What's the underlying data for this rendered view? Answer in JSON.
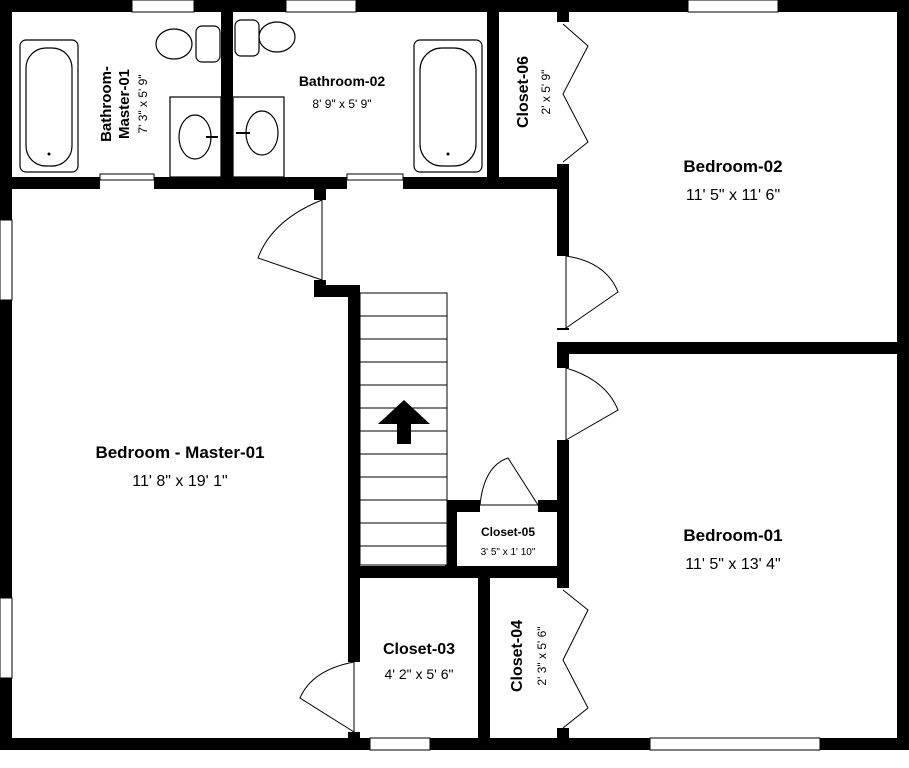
{
  "colors": {
    "wall": "#000000",
    "floor": "#ffffff"
  },
  "rooms": {
    "bathroom_master_01": {
      "name_line1": "Bathroom-",
      "name_line2": "Master-01",
      "dims": "7' 3\" x 5' 9\""
    },
    "bathroom_02": {
      "name": "Bathroom-02",
      "dims": "8' 9\" x 5' 9\""
    },
    "closet_06": {
      "name": "Closet-06",
      "dims": "2' x 5' 9\""
    },
    "bedroom_02": {
      "name": "Bedroom-02",
      "dims": "11' 5\" x 11' 6\""
    },
    "bedroom_master_01": {
      "name": "Bedroom - Master-01",
      "dims": "11' 8\" x 19' 1\""
    },
    "closet_05": {
      "name": "Closet-05",
      "dims": "3' 5\" x 1' 10\""
    },
    "bedroom_01": {
      "name": "Bedroom-01",
      "dims": "11' 5\" x 13' 4\""
    },
    "closet_03": {
      "name": "Closet-03",
      "dims": "4' 2\" x 5' 6\""
    },
    "closet_04": {
      "name": "Closet-04",
      "dims": "2' 3\" x 5' 6\""
    }
  },
  "icons": {
    "stairs_direction": "up-arrow-icon"
  }
}
